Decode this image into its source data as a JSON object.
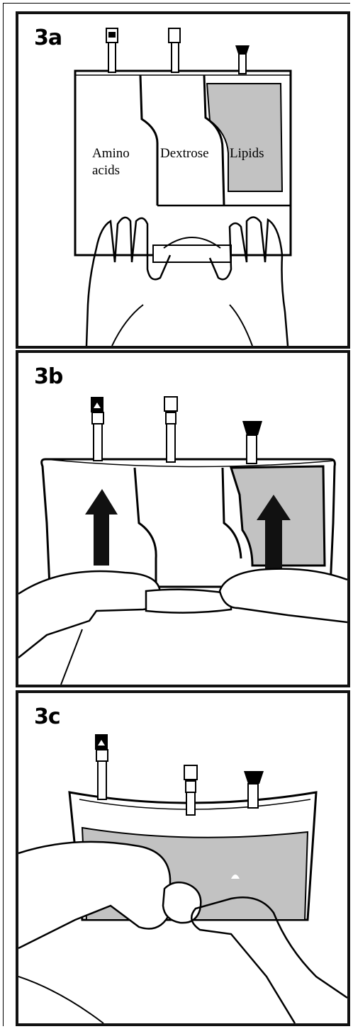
{
  "panels": {
    "a": {
      "step": "3a",
      "compartments": {
        "left_line1": "Amino",
        "left_line2": "acids",
        "middle": "Dextrose",
        "right": "Lipids"
      }
    },
    "b": {
      "step": "3b"
    },
    "c": {
      "step": "3c"
    }
  },
  "colors": {
    "outline": "#000000",
    "lipid_fill": "#c2c2c2",
    "background": "#ffffff"
  }
}
